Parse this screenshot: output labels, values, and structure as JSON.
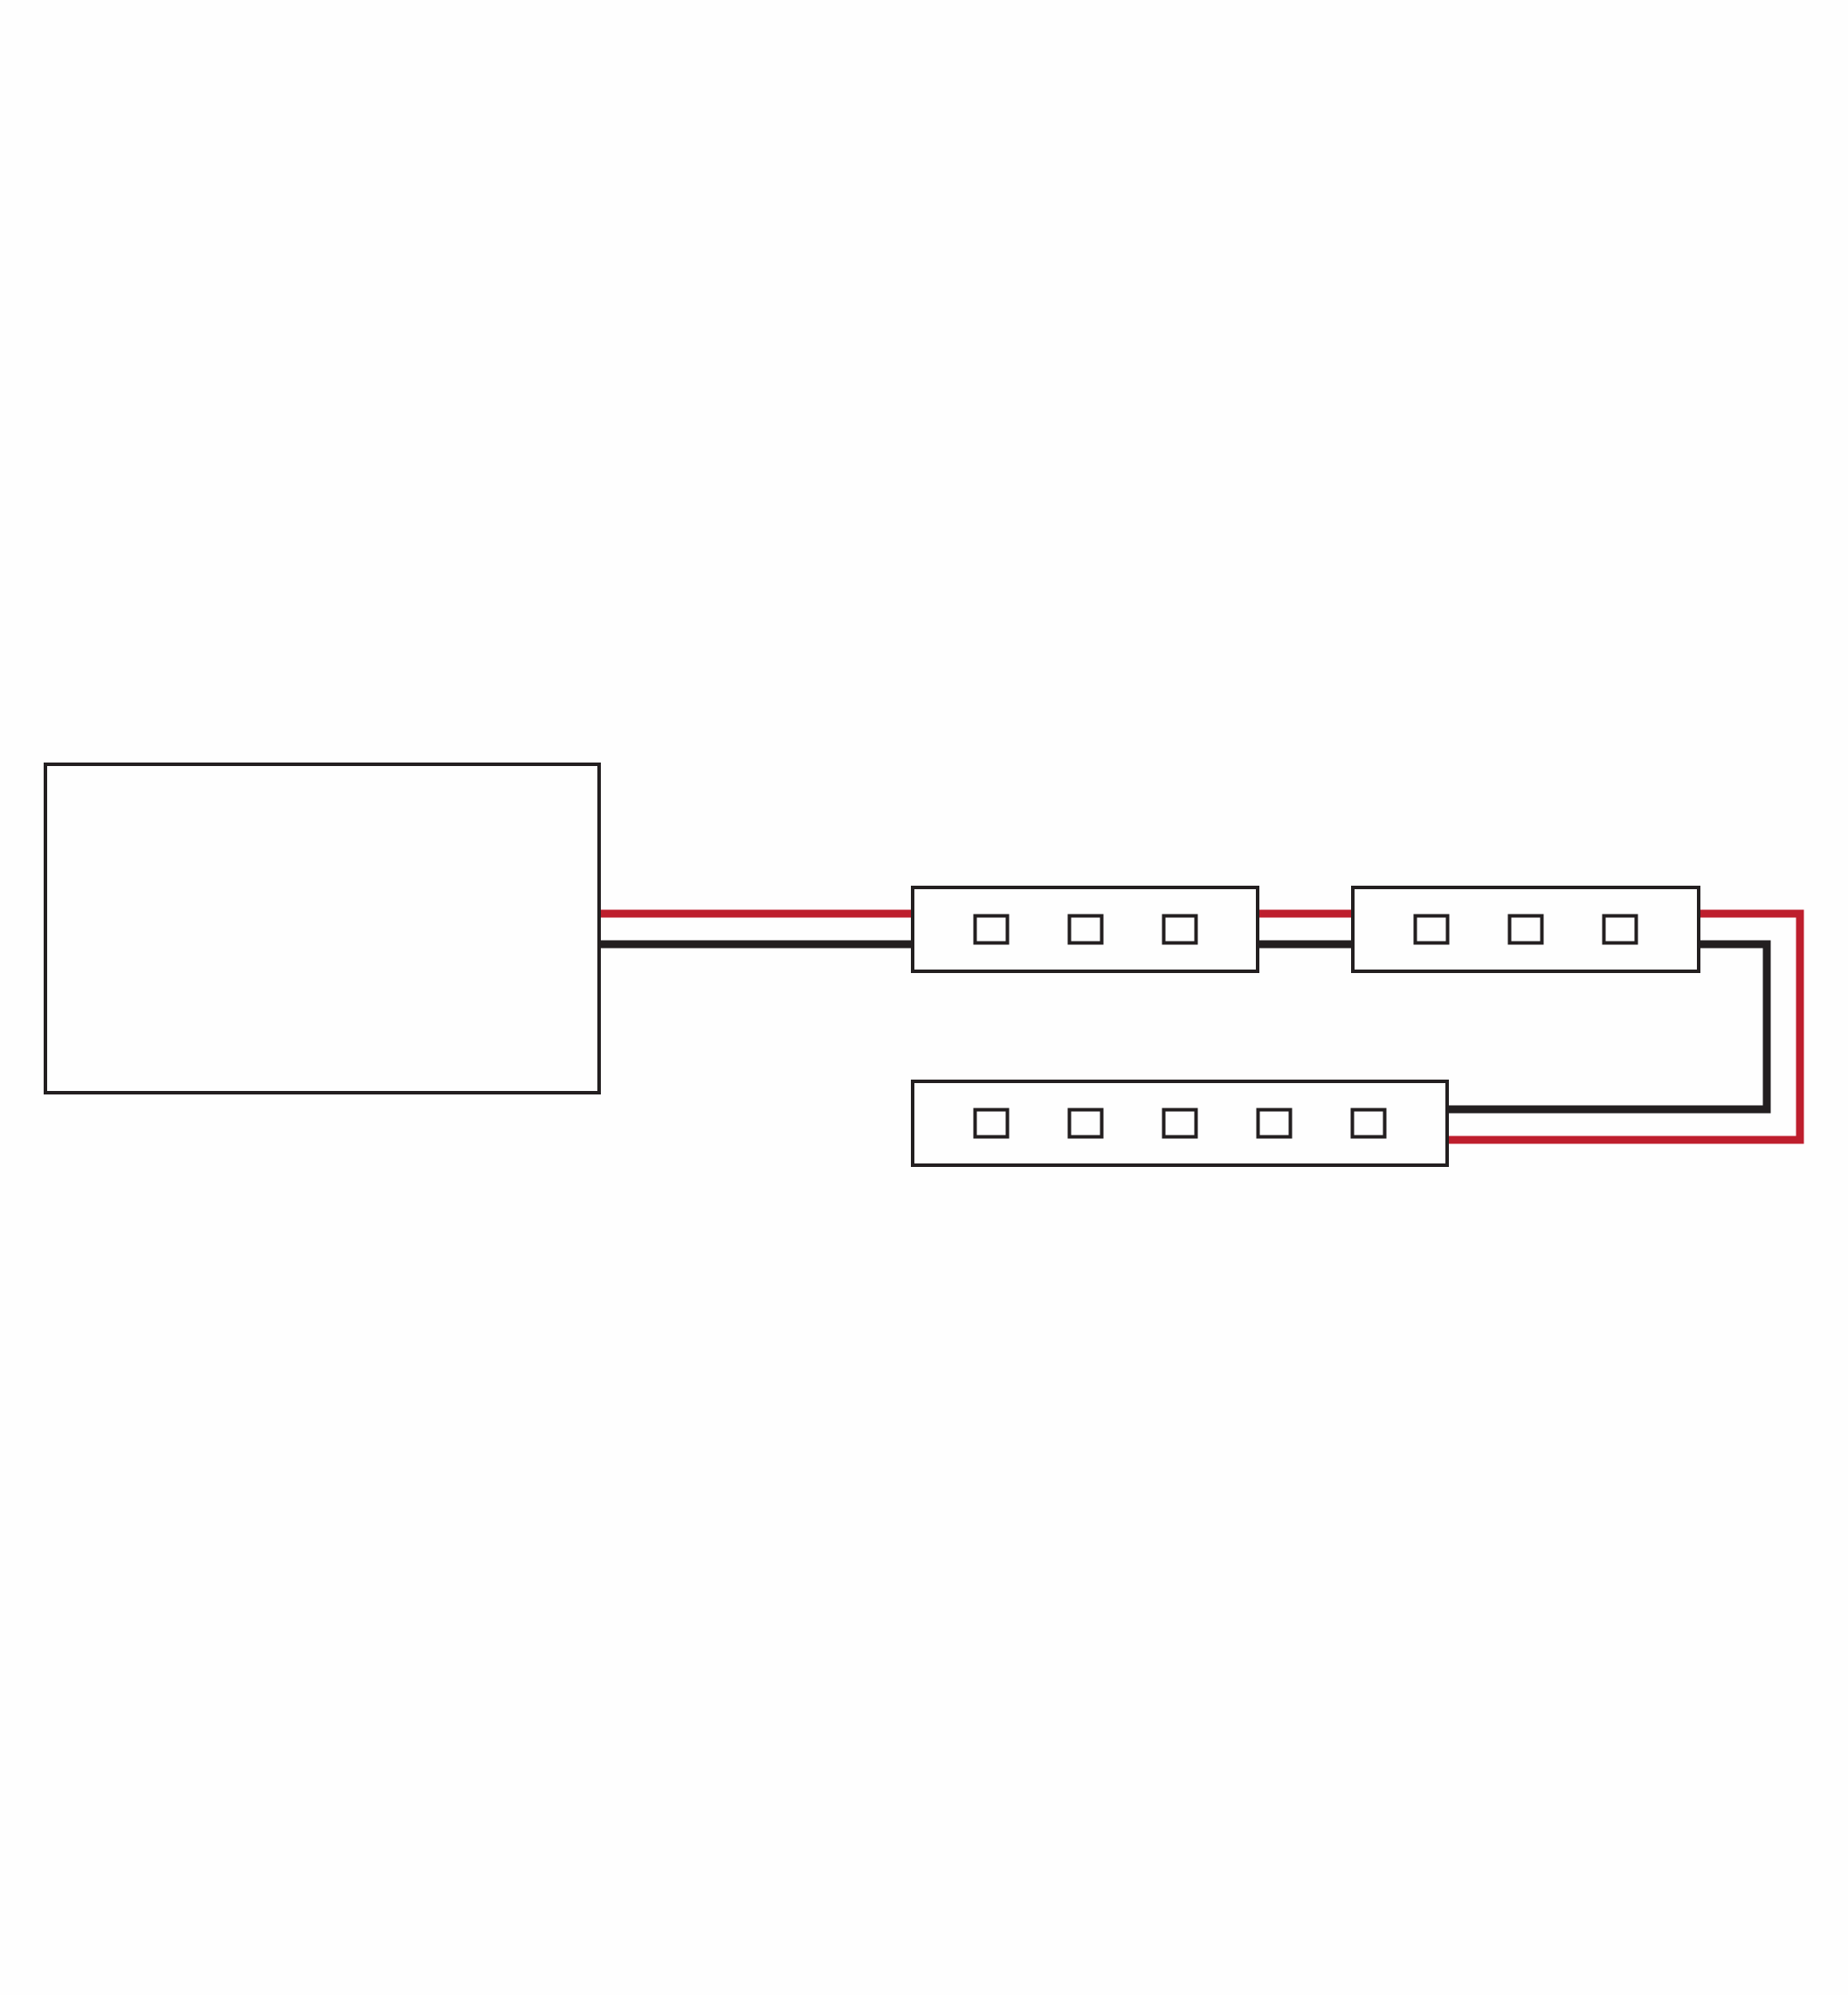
{
  "diagram": {
    "colors": {
      "positive_wire": "#be1e2d",
      "negative_wire": "#231f20",
      "outline": "#231f20",
      "background": "#fefefe"
    },
    "components": [
      {
        "id": "power-supply",
        "type": "box"
      },
      {
        "id": "led-strip-1",
        "type": "led-strip",
        "leds": 3
      },
      {
        "id": "led-strip-2",
        "type": "led-strip",
        "leds": 3
      },
      {
        "id": "led-strip-3",
        "type": "led-strip",
        "leds": 5
      }
    ],
    "connections": [
      {
        "from": "power-supply",
        "to": "led-strip-1",
        "wires": [
          "positive",
          "negative"
        ]
      },
      {
        "from": "led-strip-1",
        "to": "led-strip-2",
        "wires": [
          "positive",
          "negative"
        ]
      },
      {
        "from": "led-strip-2",
        "to": "led-strip-3",
        "wires": [
          "positive",
          "negative"
        ]
      }
    ]
  }
}
